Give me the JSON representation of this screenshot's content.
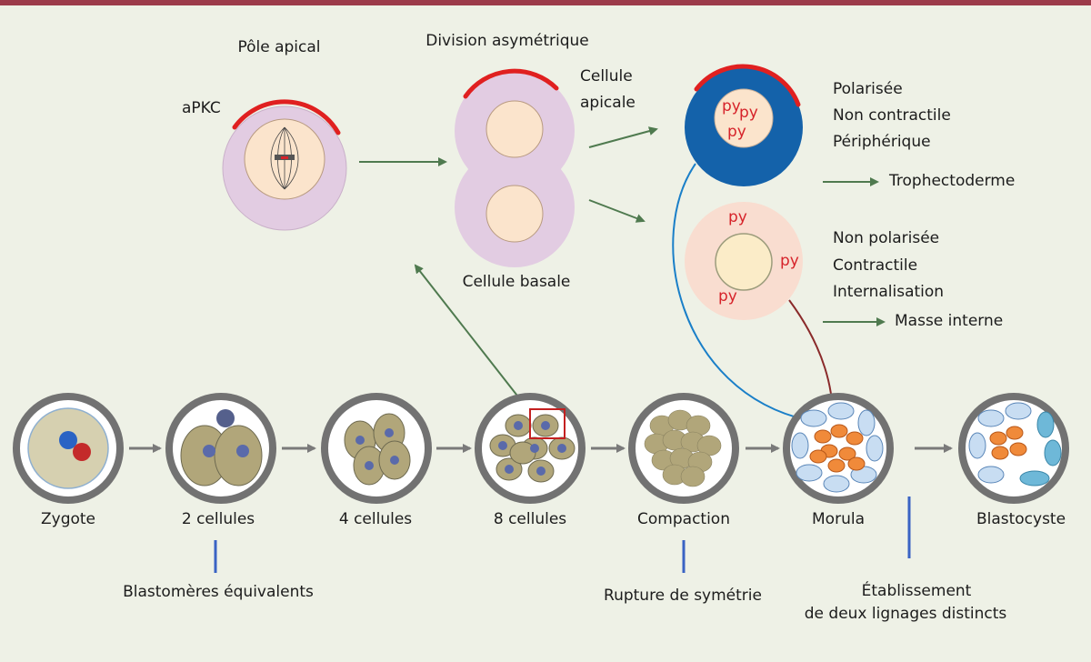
{
  "top": {
    "apical_pole": "Pôle apical",
    "apkc": "aPKC",
    "asymmetric_division": "Division asymétrique",
    "apical_cell_line1": "Cellule",
    "apical_cell_line2": "apicale",
    "basal_cell": "Cellule basale"
  },
  "markers": {
    "py": "py"
  },
  "apical_properties": [
    "Polarisée",
    "Non contractile",
    "Périphérique"
  ],
  "basal_properties": [
    "Non polarisée",
    "Contractile",
    "Internalisation"
  ],
  "outcomes": {
    "trophectoderm": "Trophectoderme",
    "inner_mass": "Masse interne"
  },
  "stages": [
    "Zygote",
    "2 cellules",
    "4 cellules",
    "8 cellules",
    "Compaction",
    "Morula",
    "Blastocyste"
  ],
  "annotations": {
    "equivalent_blastomeres": "Blastomères équivalents",
    "symmetry_breaking": "Rupture de symétrie",
    "two_lineages_line1": "Établissement",
    "two_lineages_line2": "de deux lignages distincts"
  },
  "colors": {
    "background": "#eef1e6",
    "top_border": "#9c3b4a",
    "apkc_cap": "#e02020",
    "apical_cell": "#1462aa",
    "basal_cell": "#f9ddd0",
    "arrow_green": "#4f7a4f",
    "arrow_blue": "#1a7fc8",
    "arrow_darkred": "#8a2a2a",
    "py_text": "#d6232a"
  }
}
